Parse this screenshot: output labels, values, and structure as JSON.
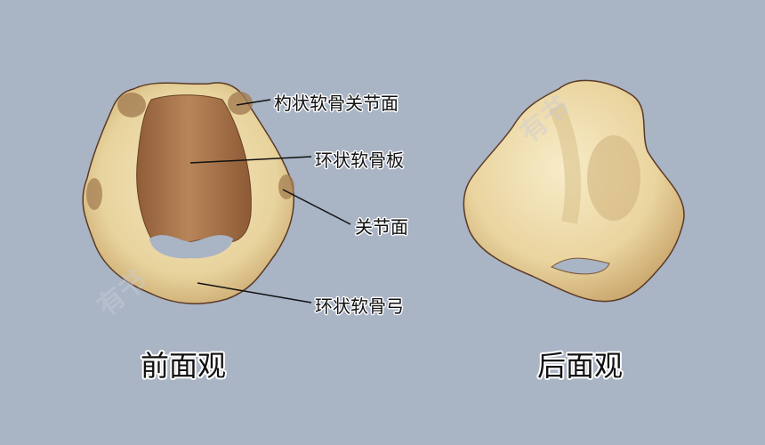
{
  "figure": {
    "subject": "cricoid cartilage",
    "background_color": "#a9b4c5",
    "cartilage_color": "#ecd9a6",
    "cartilage_inner_color": "#a9744a",
    "outline_color": "#5a3a24"
  },
  "front_view": {
    "caption": "前面观",
    "labels": [
      {
        "text": "杓状软骨关节面",
        "id": "arytenoid-articular-facet"
      },
      {
        "text": "环状软骨板",
        "id": "cricoid-lamina"
      },
      {
        "text": "关节面",
        "id": "articular-facet"
      },
      {
        "text": "环状软骨弓",
        "id": "cricoid-arch"
      }
    ]
  },
  "back_view": {
    "caption": "后面观"
  },
  "watermark": {
    "text": "有书"
  }
}
